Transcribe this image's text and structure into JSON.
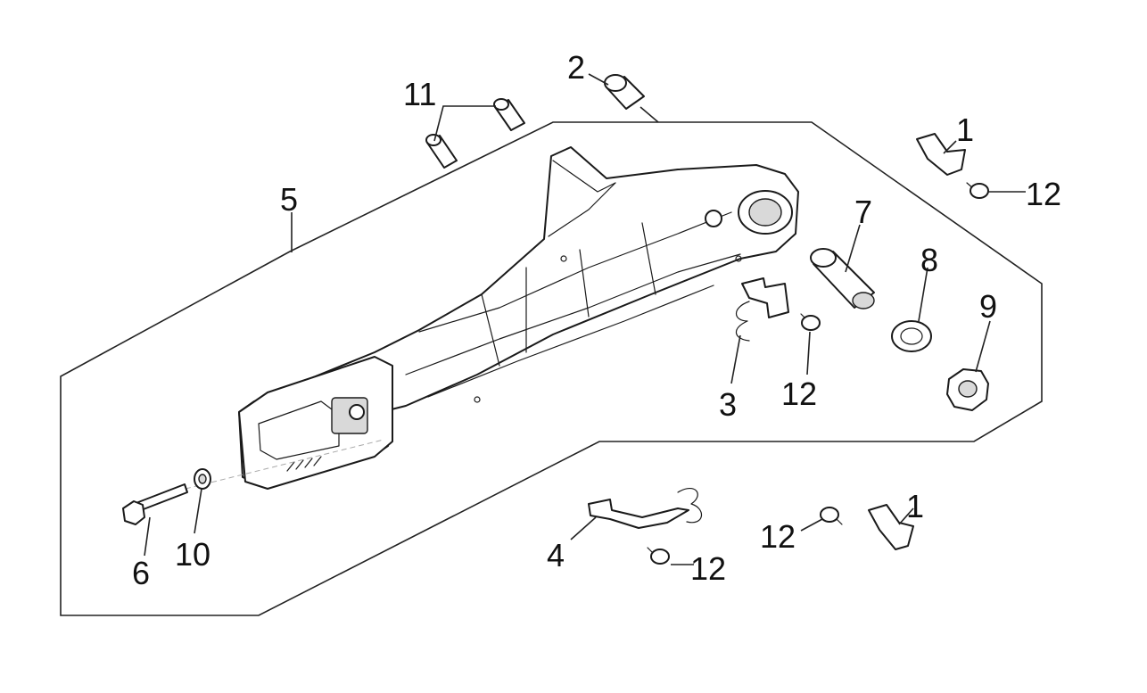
{
  "diagram": {
    "callouts": [
      {
        "id": "c1-top",
        "label": "1"
      },
      {
        "id": "c1-bottom",
        "label": "1"
      },
      {
        "id": "c2",
        "label": "2"
      },
      {
        "id": "c3",
        "label": "3"
      },
      {
        "id": "c4",
        "label": "4"
      },
      {
        "id": "c5",
        "label": "5"
      },
      {
        "id": "c6",
        "label": "6"
      },
      {
        "id": "c7",
        "label": "7"
      },
      {
        "id": "c8",
        "label": "8"
      },
      {
        "id": "c9",
        "label": "9"
      },
      {
        "id": "c10",
        "label": "10"
      },
      {
        "id": "c11",
        "label": "11"
      },
      {
        "id": "c12-top",
        "label": "12"
      },
      {
        "id": "c12-mid",
        "label": "12"
      },
      {
        "id": "c12-bl",
        "label": "12"
      },
      {
        "id": "c12-br",
        "label": "12"
      }
    ]
  }
}
